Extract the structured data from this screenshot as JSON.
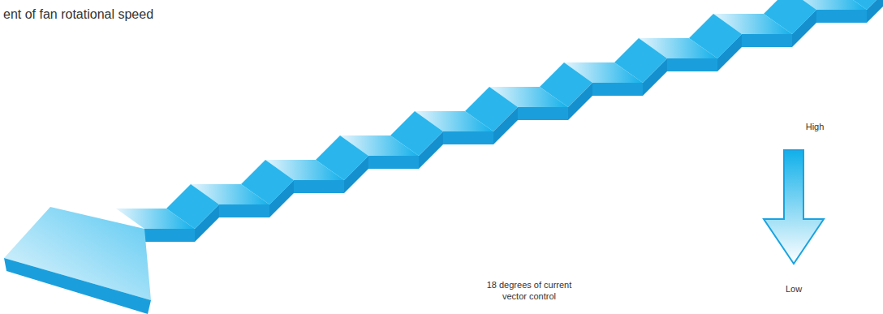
{
  "diagram": {
    "title": "ent of fan rotational speed",
    "labels": [
      "High",
      "18 degrees of current vector control",
      "Low"
    ]
  }
}
